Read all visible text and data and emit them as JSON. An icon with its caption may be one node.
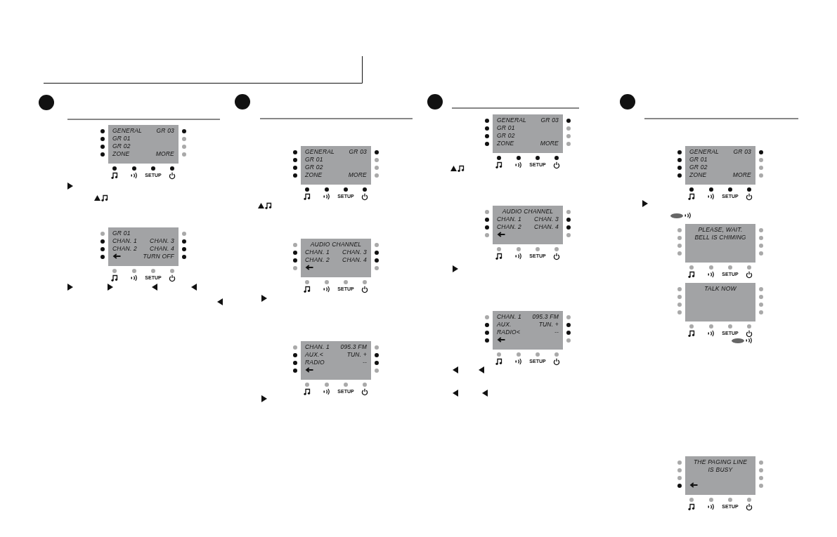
{
  "diagram": {
    "nodes": [
      {
        "text": [
          "GENERAL",
          "GR 03",
          "GR 01",
          "GR 02",
          "ZONE",
          "MORE"
        ],
        "beside": [
          "SETUP"
        ]
      },
      {
        "text": [
          "GR 01",
          "CHAN. 1",
          "CHAN. 3",
          "CHAN. 2",
          "CHAN. 4",
          "TURN OFF"
        ],
        "beside": [
          "SETUP"
        ]
      },
      {
        "text": [
          "GENERAL",
          "GR 03",
          "GR 01",
          "GR 02",
          "ZONE",
          "MORE"
        ],
        "beside": [
          "SETUP"
        ]
      },
      {
        "text": [
          "AUDIO CHANNEL",
          "CHAN. 1",
          "CHAN. 3",
          "CHAN. 2",
          "CHAN. 4"
        ],
        "beside": [
          "SETUP"
        ]
      },
      {
        "text": [
          "CHAN. 1",
          "095.3 FM",
          "AUX.<",
          "TUN. +",
          "RADIO",
          "--"
        ],
        "beside": [
          "SETUP"
        ]
      },
      {
        "text": [
          "GENERAL",
          "GR 03",
          "GR 01",
          "GR 02",
          "ZONE",
          "MORE"
        ],
        "beside": [
          "SETUP"
        ]
      },
      {
        "text": [
          "AUDIO CHANNEL",
          "CHAN. 1",
          "CHAN. 3",
          "CHAN. 2",
          "CHAN. 4"
        ],
        "beside": [
          "SETUP"
        ]
      },
      {
        "text": [
          "CHAN. 1",
          "095.3 FM",
          "AUX.",
          "TUN. +",
          "RADIO<",
          "--"
        ],
        "beside": [
          "SETUP"
        ]
      },
      {
        "text": [
          "GENERAL",
          "GR 03",
          "GR 01",
          "GR 02",
          "ZONE",
          "MORE"
        ],
        "beside": [
          "SETUP"
        ]
      },
      {
        "text": [
          "PLEASE, WAIT. BELL IS CHIMING"
        ],
        "beside": [
          "SETUP"
        ]
      },
      {
        "text": [
          "TALK NOW"
        ],
        "beside": [
          "SETUP"
        ]
      },
      {
        "text": [
          "THE PAGING LINE IS BUSY"
        ],
        "beside": [
          "SETUP"
        ]
      }
    ]
  }
}
